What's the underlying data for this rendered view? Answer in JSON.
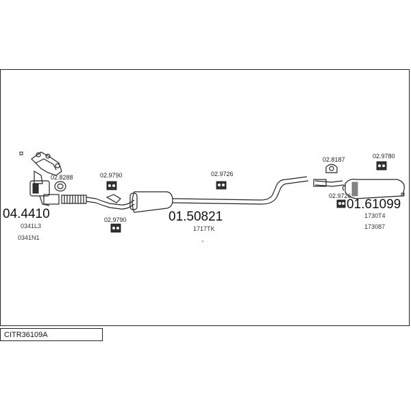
{
  "diagram_code": "CITR36109A",
  "parts": {
    "cat": {
      "number": "04.4410",
      "refs": [
        "0341L3",
        "0341N1"
      ]
    },
    "mid": {
      "number": "01.50821",
      "refs": [
        "1717TK"
      ]
    },
    "rear": {
      "number": "01.61099",
      "refs": [
        "1730T4",
        "173087"
      ]
    }
  },
  "fittings": {
    "f1": "02.8288",
    "f2": "02.9790",
    "f3": "02.9790",
    "f4": "02.9726",
    "f5": "02.8187",
    "f6": "02.9780",
    "f7": "02.9726"
  }
}
